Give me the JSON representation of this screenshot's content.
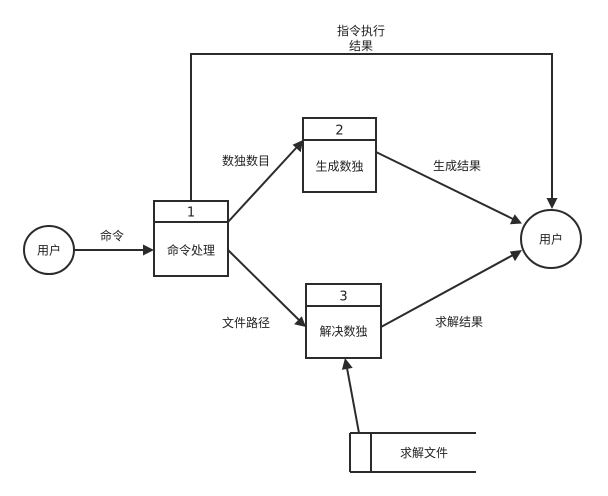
{
  "diagram": {
    "entities": [
      {
        "id": "user_left",
        "label": "用户"
      },
      {
        "id": "user_right",
        "label": "用户"
      }
    ],
    "processes": [
      {
        "id": "p1",
        "number": "1",
        "label": "命令处理"
      },
      {
        "id": "p2",
        "number": "2",
        "label": "生成数独"
      },
      {
        "id": "p3",
        "number": "3",
        "label": "解决数独"
      }
    ],
    "datastore": {
      "label": "求解文件"
    },
    "flows": [
      {
        "label": "命令"
      },
      {
        "label": "数独数目"
      },
      {
        "label": "文件路径"
      },
      {
        "label": "生成结果"
      },
      {
        "label": "求解结果"
      },
      {
        "label_line1": "指令执行",
        "label_line2": "结果"
      },
      {
        "label": ""
      }
    ]
  }
}
